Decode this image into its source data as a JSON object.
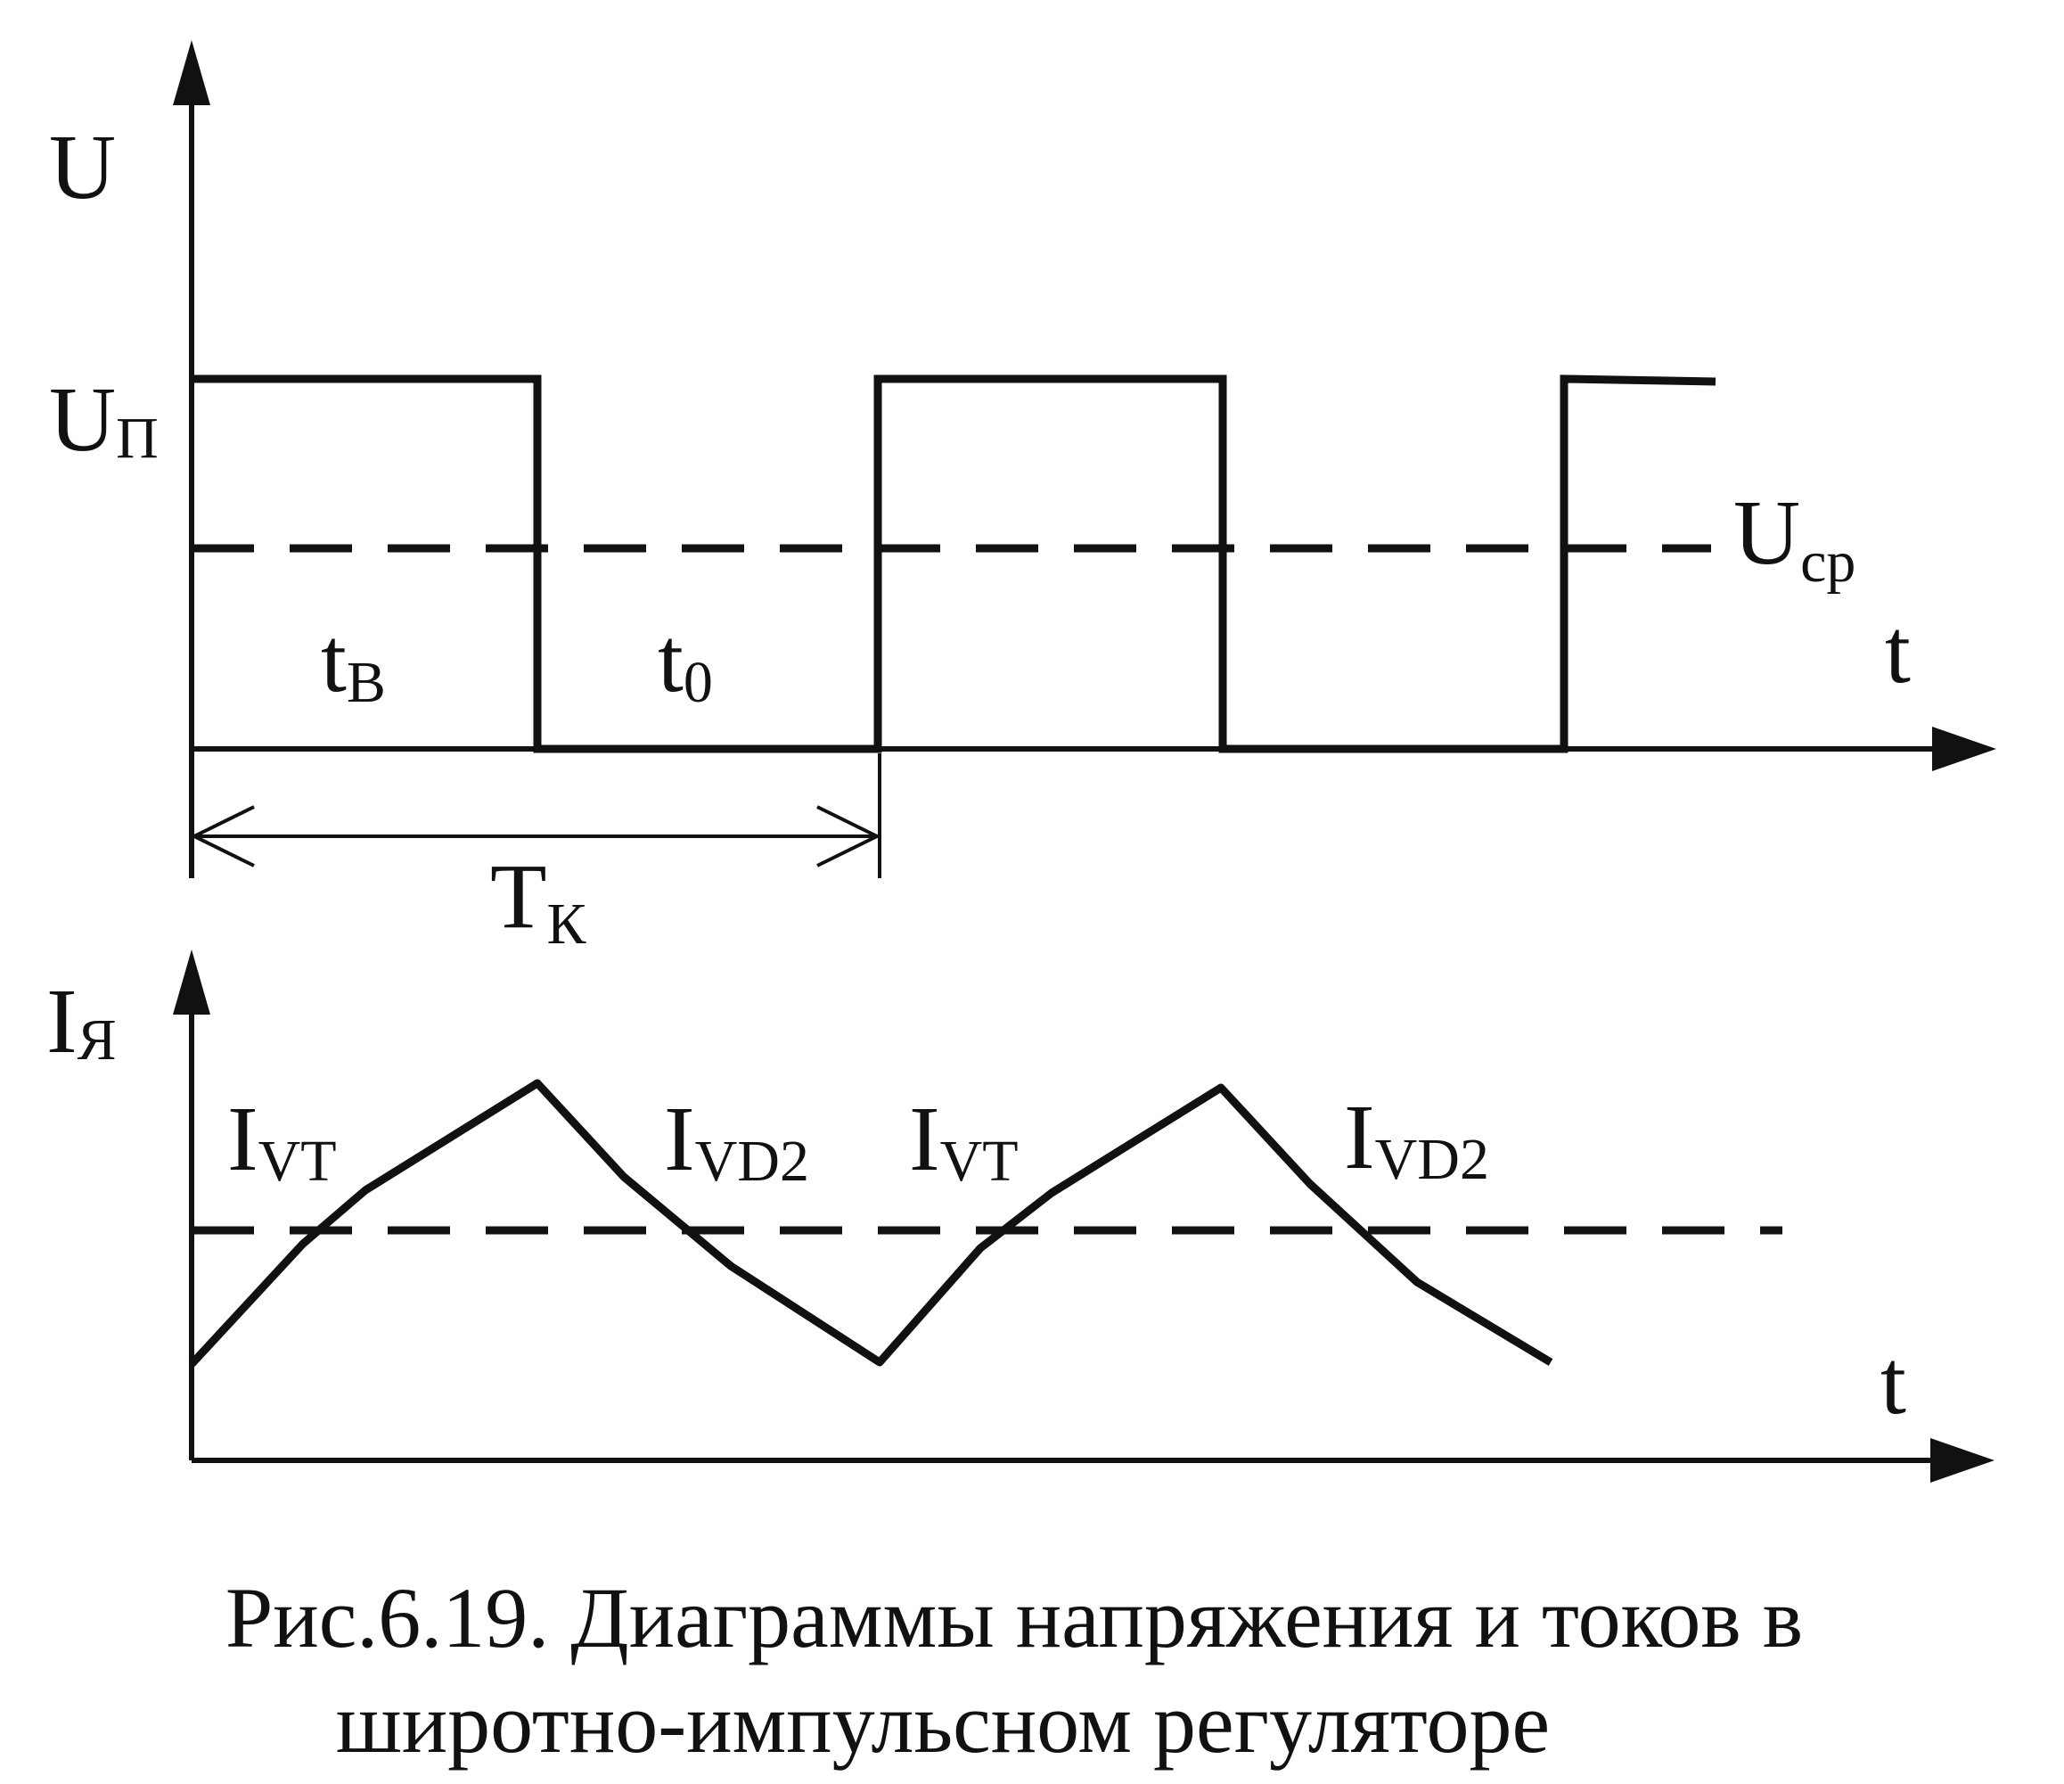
{
  "colors": {
    "ink": "#111111",
    "background": "#ffffff"
  },
  "voltage_plot": {
    "y_axis_label": "U",
    "level_label_main": "U",
    "level_label_sub": "П",
    "mean_label_main": "U",
    "mean_label_sub": "ср",
    "x_axis_label": "t",
    "on_interval_main": "t",
    "on_interval_sub": "В",
    "off_interval_main": "t",
    "off_interval_sub": "0",
    "period_main": "T",
    "period_sub": "К"
  },
  "current_plot": {
    "y_axis_label_main": "I",
    "y_axis_label_sub": "Я",
    "x_axis_label": "t",
    "rise_1_main": "I",
    "rise_1_sub": "VT",
    "fall_1_main": "I",
    "fall_1_sub": "VD2",
    "rise_2_main": "I",
    "rise_2_sub": "VT",
    "fall_2_main": "I",
    "fall_2_sub": "VD2"
  },
  "caption": {
    "line1": "Рис.6.19. Диаграммы напряжения и токов в",
    "line2": "широтно-импульсном регуляторе"
  }
}
